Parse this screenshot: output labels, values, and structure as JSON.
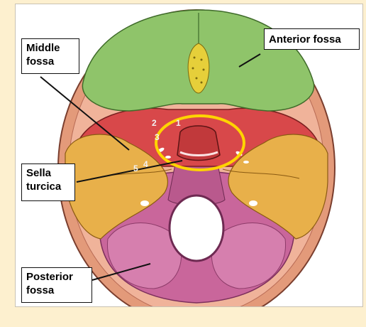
{
  "labels": {
    "anterior_fossa": "Anterior fossa",
    "middle_fossa_line1": "Middle",
    "middle_fossa_line2": "fossa",
    "sella_turcica_line1": "Sella",
    "sella_turcica_line2": "turcica",
    "posterior_fossa_line1": "Posterior",
    "posterior_fossa_line2": "fossa"
  },
  "markers": [
    "2",
    "1",
    "3",
    "4",
    "5"
  ],
  "colors": {
    "background": "#fdf0cf",
    "anterior_fossa": "#8fc46a",
    "middle_fossa": "#d8484a",
    "temporal_bone": "#e8b04a",
    "posterior_fossa": "#c9669b",
    "skull_rim": "#e39a7a",
    "highlight_ring": "#ffd400"
  }
}
